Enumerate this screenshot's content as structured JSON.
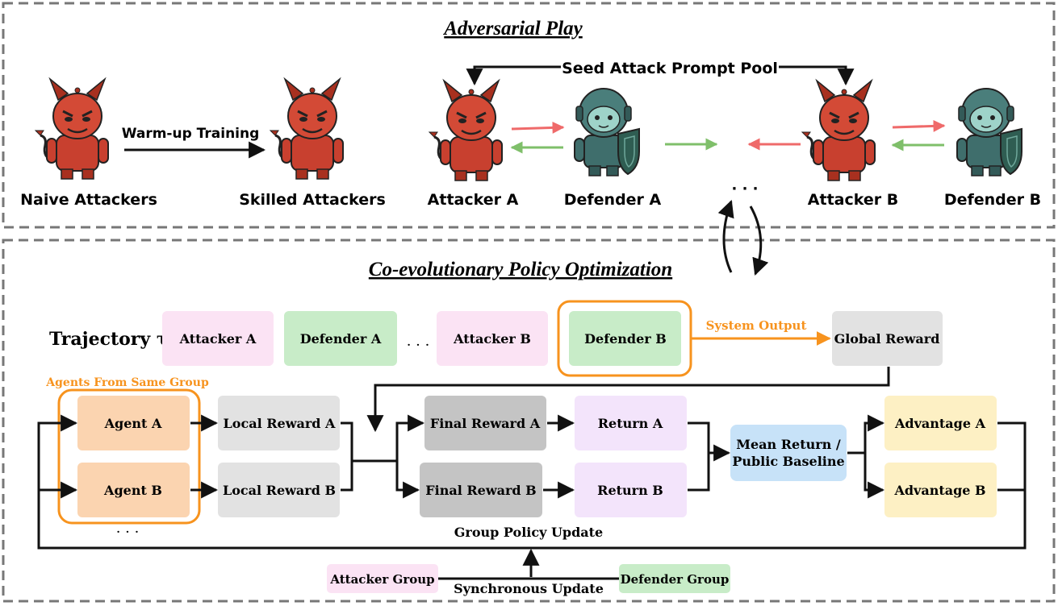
{
  "top_section": {
    "title": "Adversarial Play",
    "seed_pool_label": "Seed Attack Prompt Pool",
    "warmup_label": "Warm-up Training",
    "agents": [
      {
        "label": "Naive Attackers"
      },
      {
        "label": "Skilled Attackers"
      },
      {
        "label": "Attacker A"
      },
      {
        "label": "Defender A"
      },
      {
        "label": "Attacker B"
      },
      {
        "label": "Defender B"
      }
    ],
    "ellipsis": "· · ·"
  },
  "bottom_section": {
    "title": "Co-evolutionary Policy Optimization",
    "trajectory_label": "Trajectory τ",
    "trajectory_items": [
      "Attacker A",
      "Defender A",
      "Attacker B",
      "Defender B"
    ],
    "trajectory_ellipsis": "· · ·",
    "system_output_label": "System Output",
    "global_reward": "Global Reward",
    "group_label": "Agents From Same Group",
    "agents": [
      "Agent A",
      "Agent B"
    ],
    "agents_ellipsis": "· · ·",
    "local_rewards": [
      "Local Reward A",
      "Local Reward B"
    ],
    "final_rewards": [
      "Final Reward A",
      "Final Reward B"
    ],
    "returns": [
      "Return A",
      "Return B"
    ],
    "mean_return": [
      "Mean Return /",
      "Public Baseline"
    ],
    "advantages": [
      "Advantage A",
      "Advantage B"
    ],
    "group_policy_update": "Group Policy Update",
    "attacker_group": "Attacker Group",
    "defender_group": "Defender Group",
    "sync_update": "Synchronous Update"
  },
  "colors": {
    "pink": "#fbe3f4",
    "green": "#c8ecc8",
    "grey": "#e2e2e2",
    "dark_grey": "#c4c4c4",
    "orange": "#f7931e",
    "peach": "#fbd4b0",
    "lavender": "#f3e4fb",
    "blue": "#c7e2f8",
    "yellow": "#fdf0c4",
    "red_arrow": "#ef6a6a",
    "green_arrow": "#7fbf6a",
    "devil": "#c8402f",
    "robot": "#3f6e6c"
  }
}
